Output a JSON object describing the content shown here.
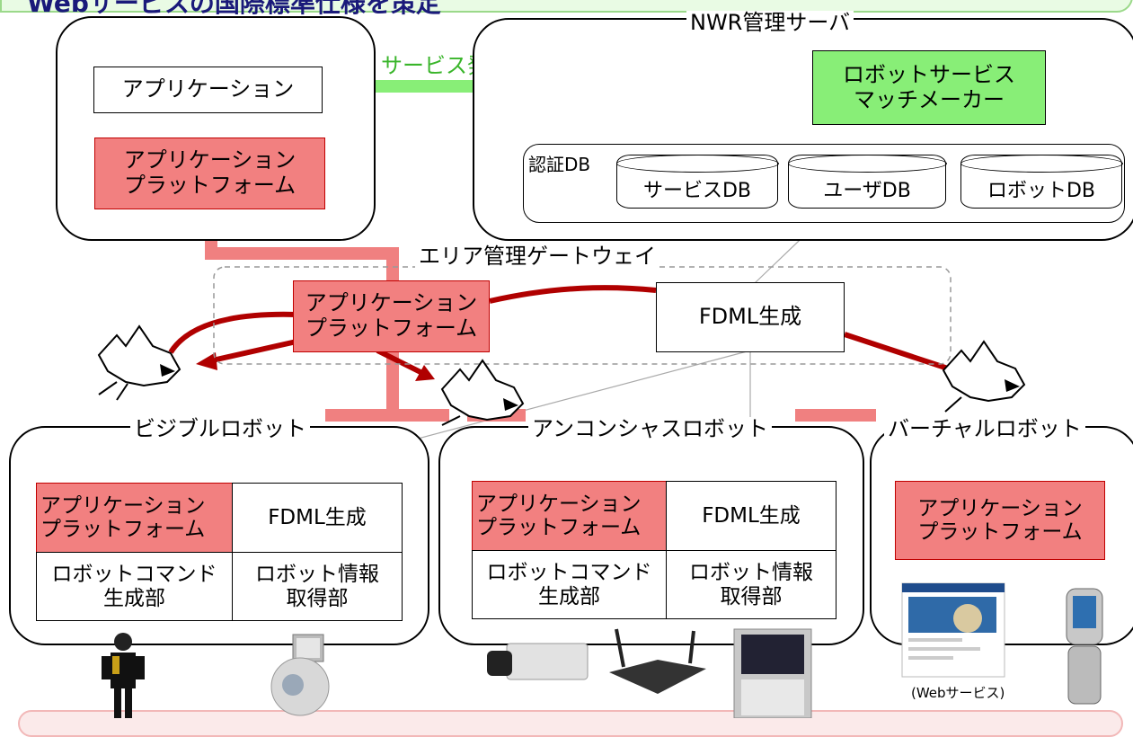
{
  "title_banner": {
    "text": "Webサービスの国際標準仕様を策定"
  },
  "nwr_server": {
    "label": "NWR管理サーバ",
    "matchmaker": {
      "line1": "ロボットサービス",
      "line2": "マッチメーカー"
    },
    "auth_db": "認証DB",
    "dbs": [
      "サービスDB",
      "ユーザDB",
      "ロボットDB"
    ]
  },
  "app_node": {
    "app": "アプリケーション",
    "platform": {
      "line1": "アプリケーション",
      "line2": "プラットフォーム"
    }
  },
  "service_discovery": "サービス発見",
  "area_gateway": {
    "label": "エリア管理ゲートウェイ",
    "platform": {
      "line1": "アプリケーション",
      "line2": "プラットフォーム"
    },
    "fdml": "FDML生成"
  },
  "robots": [
    {
      "label": "ビジブルロボット",
      "platform": {
        "line1": "アプリケーション",
        "line2": "プラットフォーム"
      },
      "fdml": "FDML生成",
      "cmd": {
        "line1": "ロボットコマンド",
        "line2": "生成部"
      },
      "info": {
        "line1": "ロボット情報",
        "line2": "取得部"
      }
    },
    {
      "label": "アンコンシャスロボット",
      "platform": {
        "line1": "アプリケーション",
        "line2": "プラットフォーム"
      },
      "fdml": "FDML生成",
      "cmd": {
        "line1": "ロボットコマンド",
        "line2": "生成部"
      },
      "info": {
        "line1": "ロボット情報",
        "line2": "取得部"
      }
    },
    {
      "label": "バーチャルロボット",
      "platform": {
        "line1": "アプリケーション",
        "line2": "プラットフォーム"
      }
    }
  ],
  "web_service_caption": "(Webサービス)",
  "colors": {
    "pink": "#f28080",
    "pink_line": "#f08080",
    "green": "#88ee77",
    "green_line": "#88ee77",
    "dark_red": "#b00000"
  },
  "icons": [
    "bird-agent-icon",
    "humanoid-robot-icon",
    "camera-robot-icon",
    "security-camera-icon",
    "router-icon",
    "tv-cabinet-icon",
    "web-page-icon",
    "mobile-phone-icon"
  ]
}
